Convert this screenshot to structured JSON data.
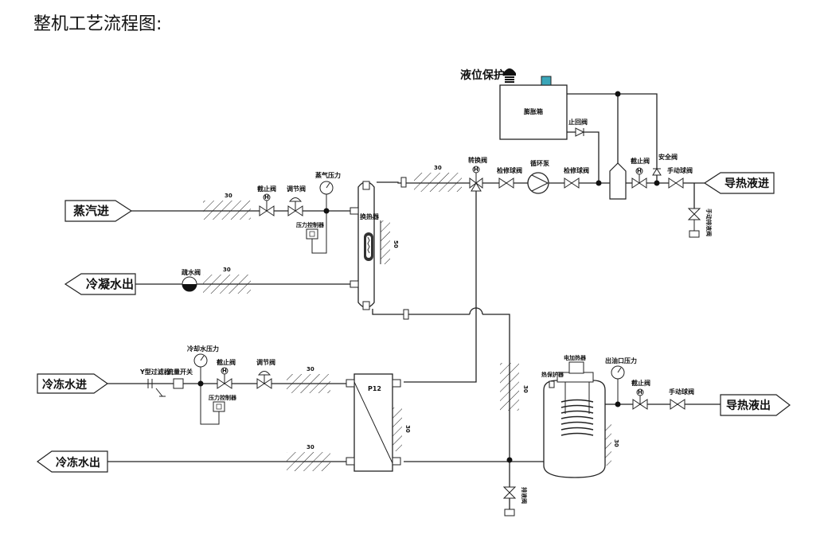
{
  "title": "整机工艺流程图:",
  "ports": {
    "steam_in": "蒸汽进",
    "condensate_out": "冷凝水出",
    "chilled_in": "冷冻水进",
    "chilled_out": "冷冻水出",
    "htf_in": "导热液进",
    "htf_out": "导热液出"
  },
  "components": {
    "level_protect": "液位保护",
    "expansion_tank": "膨胀箱",
    "check_valve": "止回阀",
    "three_way_valve": "转换阀",
    "maint_valve_1": "检修球阀",
    "circ_pump": "循环泵",
    "maint_valve_2": "检修球阀",
    "stop_valve_top": "截止阀",
    "safety_valve": "安全阀",
    "manual_valve_top": "手动球阀",
    "drain_valve_top": "手动排液阀",
    "steam_stop_valve": "截止阀",
    "steam_reg_valve": "调节阀",
    "steam_pressure": "蒸气压力",
    "pressure_ctrl_1": "压力控制器",
    "heat_exchanger": "换热器",
    "trap": "疏水阀",
    "y_strainer": "Y型过滤器",
    "flow_switch": "流量开关",
    "cool_pressure": "冷却水压力",
    "cool_stop_valve": "截止阀",
    "cool_reg_valve": "调节阀",
    "pressure_ctrl_2": "压力控制器",
    "plate_hx": "P12",
    "heater": "电加热器",
    "heat_protect": "热保护器",
    "outlet_pressure": "出油口压力",
    "stop_valve_bottom": "截止阀",
    "manual_valve_bottom": "手动球阀",
    "drain_valve_bottom": "排液阀"
  },
  "insulation_labels": {
    "steam": "30",
    "condensate": "30",
    "hx_side": "50",
    "top_pipe": "30",
    "chilled_in": "30",
    "chilled_out": "30",
    "plate_side": "30",
    "vertical_return": "30",
    "tank_side": "30"
  },
  "gauge_mark": "H"
}
